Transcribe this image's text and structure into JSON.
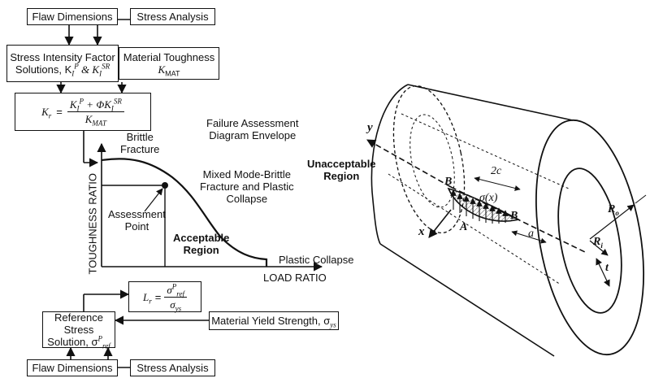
{
  "flowchart": {
    "flaw_dimensions_top": "Flaw Dimensions",
    "stress_analysis_top": "Stress Analysis",
    "sif_line1": "Stress Intensity Factor",
    "sif_line2": "Solutions, K",
    "sif_sub1": "I",
    "sif_sup1": "P",
    "sif_amp": " & K",
    "sif_sub2": "I",
    "sif_sup2": "SR",
    "material_toughness": "Material Toughness",
    "kmat": "K",
    "kmat_sub": "MAT",
    "kr_lhs": "K",
    "kr_lhs_sub": "r",
    "kr_eq": "=",
    "kr_num_a": "K",
    "kr_num_a_sub": "I",
    "kr_num_a_sup": "P",
    "kr_num_plus": " + ΦK",
    "kr_num_b_sub": "I",
    "kr_num_b_sup": "SR",
    "kr_den": "K",
    "kr_den_sub": "MAT",
    "lr_lhs": "L",
    "lr_lhs_sub": "r",
    "lr_eq": "=",
    "lr_num": "σ",
    "lr_num_sup": "P",
    "lr_num_sub": "ref",
    "lr_den": "σ",
    "lr_den_sub": "ys",
    "ref_stress_line1": "Reference Stress",
    "ref_stress_line2": "Solution, σ",
    "ref_stress_sup": "P",
    "ref_stress_sub": "ref",
    "yield_strength": "Material Yield Strength, σ",
    "yield_sub": "ys",
    "flaw_dimensions_bottom": "Flaw Dimensions",
    "stress_analysis_bottom": "Stress Analysis"
  },
  "fad": {
    "ylabel": "TOUGHNESS RATIO",
    "xlabel": "LOAD RATIO",
    "brittle_line1": "Brittle",
    "brittle_line2": "Fracture",
    "envelope_line1": "Failure Assessment",
    "envelope_line2": "Diagram Envelope",
    "mixed_line1": "Mixed Mode-Brittle",
    "mixed_line2": "Fracture and Plastic",
    "mixed_line3": "Collapse",
    "assessment_line1": "Assessment",
    "assessment_line2": "Point",
    "acceptable_line1": "Acceptable",
    "acceptable_line2": "Region",
    "plastic_collapse": "Plastic Collapse"
  },
  "cylinder": {
    "unacceptable_line1": "Unacceptable",
    "unacceptable_line2": "Region",
    "y_axis": "y",
    "x_axis": "x",
    "b_top": "B",
    "b_right": "B",
    "a_label": "A",
    "two_c": "2c",
    "sigma": "σ(x)",
    "a_depth": "a",
    "r_outer": "R",
    "r_outer_sub": "o",
    "r_inner": "R",
    "r_inner_sub": "i",
    "t_label": "t"
  }
}
